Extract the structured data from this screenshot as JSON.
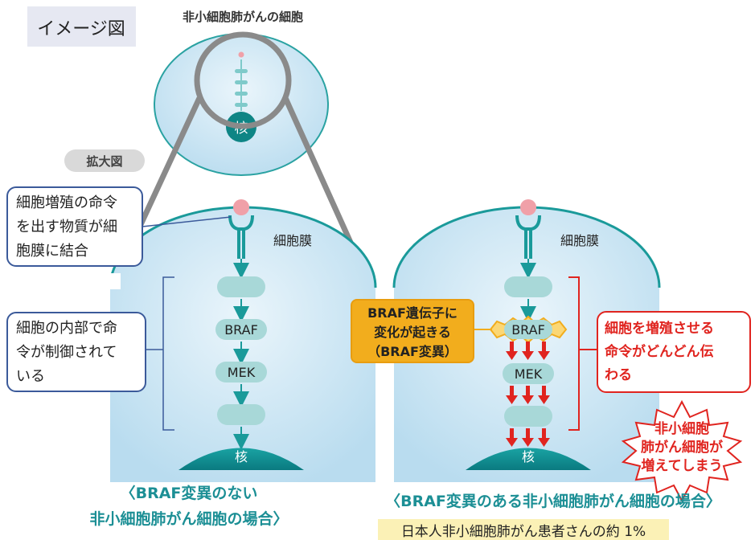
{
  "image_label": "イメージ図",
  "cell_title": "非小細胞肺がんの細胞",
  "nucleus_label": "核",
  "zoom_label": "拡大図",
  "membrane_label": "細胞膜",
  "callouts": {
    "binding": [
      "細胞増殖の命令",
      "を出す物質が細",
      "胞膜に結合"
    ],
    "internal_control": [
      "細胞の内部で命",
      "令が制御されて",
      "いる"
    ],
    "braf_change": [
      "BRAF遺伝子に",
      "変化が起きる",
      "（BRAF変異）"
    ],
    "signal_flow": [
      "細胞を増殖させる",
      "命令がどんどん伝",
      "わる"
    ],
    "burst": [
      "非小細胞",
      "肺がん細胞が",
      "増えてしまう"
    ]
  },
  "proteins": {
    "braf": "BRAF",
    "mek": "MEK"
  },
  "captions": {
    "left": [
      "〈BRAF変異のない",
      "非小細胞肺がん細胞の場合〉"
    ],
    "right": "〈BRAF変異のある非小細胞肺がん細胞の場合〉"
  },
  "footnote": "日本人非小細胞肺がん患者さんの約 1%",
  "colors": {
    "teal": "#1a9a9a",
    "dark_teal": "#0e8585",
    "pale_teal": "#a8d8d8",
    "cell_fill": "#cde6f4",
    "ligand_pink": "#f0a0a8",
    "gray_ring": "#8a8a8a",
    "callout_border": "#3b5a9a",
    "alert_red": "#e0241f",
    "braf_orange": "#f2ad1d",
    "caption_teal": "#1c8f95",
    "footnote_bg": "#fbf1b6"
  }
}
